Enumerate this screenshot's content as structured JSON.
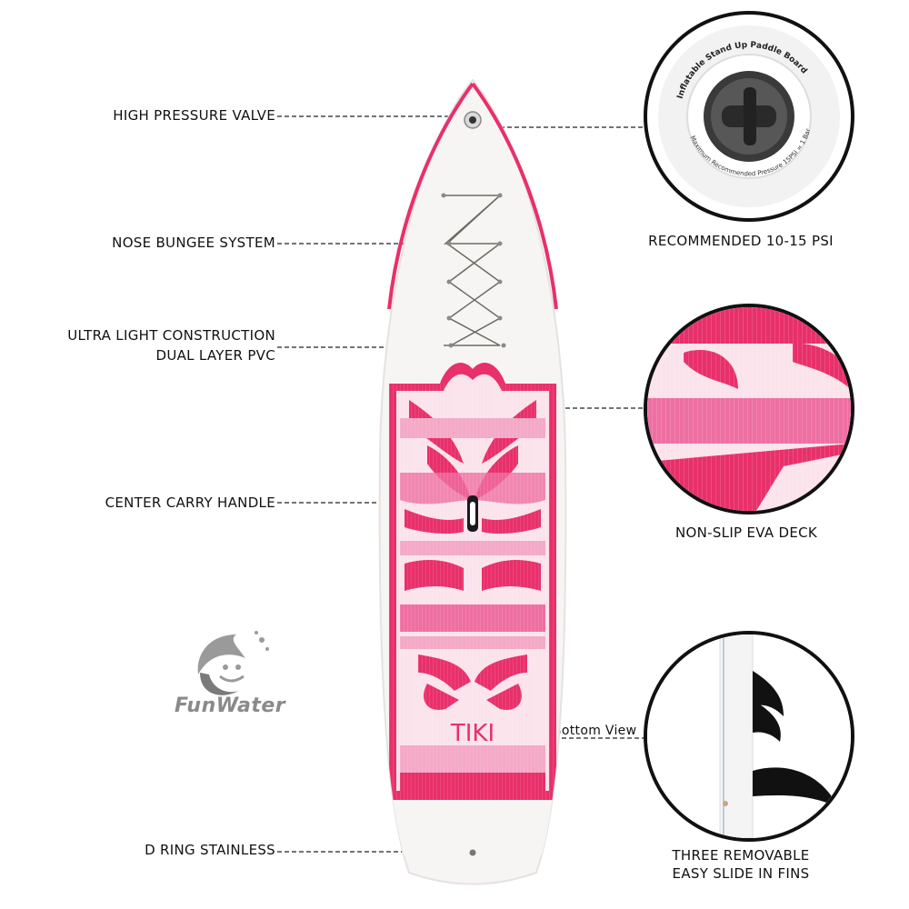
{
  "callouts_left": {
    "valve": "HIGH PRESSURE VALVE",
    "bungee": "NOSE BUNGEE SYSTEM",
    "construction_line1": "ULTRA LIGHT CONSTRUCTION",
    "construction_line2": "DUAL LAYER PVC",
    "handle": "CENTER CARRY HANDLE",
    "dring": "D RING STAINLESS"
  },
  "callouts_right": {
    "psi": "RECOMMENDED 10-15 PSI",
    "deck": "NON-SLIP EVA DECK",
    "bottom_view": "Bottom View",
    "fins_line1": "THREE REMOVABLE",
    "fins_line2": "EASY SLIDE IN FINS"
  },
  "board": {
    "model_name": "TIKI"
  },
  "brand": {
    "name": "FunWater"
  },
  "valve_detail": {
    "ring_text_top": "Inflatable Stand Up Paddle Board",
    "ring_text_bottom": "Maximum Recommended Pressure 15PSI = 1 Bar"
  },
  "colors": {
    "accent_pink": "#e8306a",
    "light_pink": "#f4a9c6",
    "mid_pink": "#ee6fa2",
    "board_white": "#f7f5f4"
  },
  "icons": [
    "valve-icon",
    "bungee-cord",
    "carry-handle-icon",
    "d-ring-icon",
    "fin-icon",
    "brand-logo"
  ]
}
